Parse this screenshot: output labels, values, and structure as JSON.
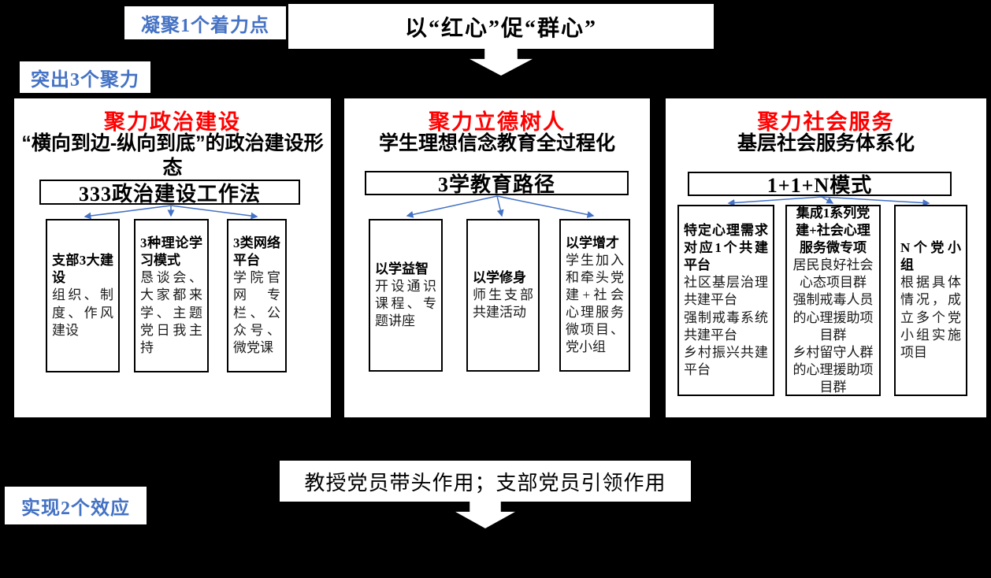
{
  "colors": {
    "background": "#000000",
    "accent_blue": "#4472C4",
    "title_red": "#FF0000",
    "box_fill": "#FFFFFF",
    "text_black": "#000000"
  },
  "top": {
    "label": "凝聚1个着力点",
    "focus_box": "以“红心”促“群心”"
  },
  "cluster_label": "突出3个聚力",
  "columns": [
    {
      "title": "聚力政治建设",
      "subtitle": "“横向到边-纵向到底”的政治建设形态",
      "method_box": "333政治建设工作法",
      "items": [
        {
          "head": "支部3大建设",
          "body": "组织、制度、作风建设"
        },
        {
          "head": "3种理论学习模式",
          "body": "恳谈会、大家都来学、主题党日我主持"
        },
        {
          "head": "3类网络平台",
          "body": "学院官网专栏、公众号、微党课"
        }
      ]
    },
    {
      "title": "聚力立德树人",
      "subtitle": "学生理想信念教育全过程化",
      "method_box": "3学教育路径",
      "items": [
        {
          "head": "以学益智",
          "body": "开设通识课程、专题讲座"
        },
        {
          "head": "以学修身",
          "body": "师生支部共建活动"
        },
        {
          "head": "以学增才",
          "body": "学生加入和牵头党建+社会心理服务微项目、党小组"
        }
      ]
    },
    {
      "title": "聚力社会服务",
      "subtitle": "基层社会服务体系化",
      "method_box": "1+1+N模式",
      "items": [
        {
          "head": "特定心理需求对应1个共建平台",
          "body": "社区基层治理共建平台\n强制戒毒系统共建平台\n乡村振兴共建平台"
        },
        {
          "head": "集成1系列党建+社会心理服务微专项",
          "body": "居民良好社会心态项目群\n强制戒毒人员的心理援助项目群\n乡村留守人群的心理援助项目群"
        },
        {
          "head": "N个党小组",
          "body": "根据具体情况，成立多个党小组实施项目"
        }
      ]
    }
  ],
  "bottom": {
    "effect_box": "教授党员带头作用；支部党员引领作用",
    "label": "实现2个效应"
  }
}
